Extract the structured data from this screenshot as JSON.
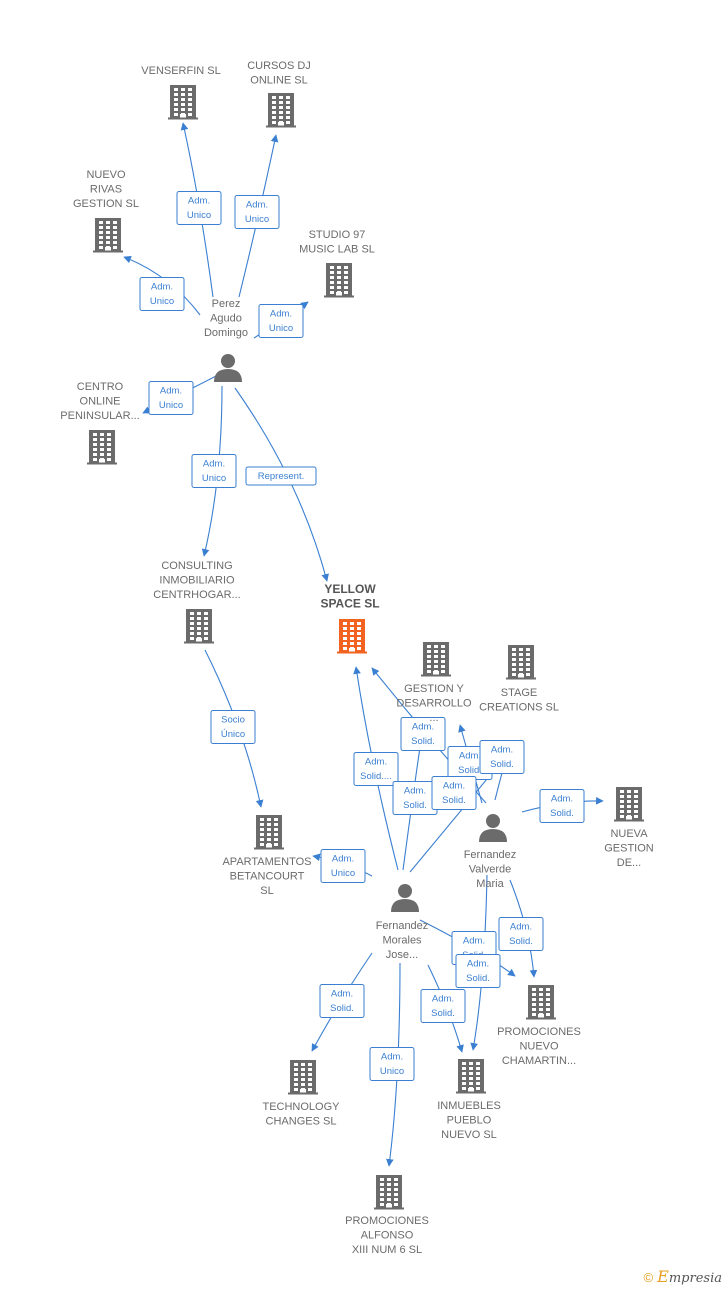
{
  "colors": {
    "node": "#6b6b6b",
    "focus": "#f26322",
    "edge": "#3a7fd1"
  },
  "footer": {
    "copyright": "©",
    "brand_initial": "E",
    "brand_rest": "mpresia"
  },
  "nodes": [
    {
      "id": "venserfin",
      "type": "company",
      "label": [
        "VENSERFIN  SL"
      ]
    },
    {
      "id": "cursos",
      "type": "company",
      "label": [
        "CURSOS DJ",
        "ONLINE  SL"
      ]
    },
    {
      "id": "nuevo_rivas",
      "type": "company",
      "label": [
        "NUEVO",
        "RIVAS",
        "GESTION  SL"
      ]
    },
    {
      "id": "studio97",
      "type": "company",
      "label": [
        "STUDIO 97",
        "MUSIC LAB  SL"
      ]
    },
    {
      "id": "perez",
      "type": "person",
      "label": [
        "Perez",
        "Agudo",
        "Domingo"
      ]
    },
    {
      "id": "centro",
      "type": "company",
      "label": [
        "CENTRO",
        "ONLINE",
        "PENINSULAR..."
      ]
    },
    {
      "id": "consulting",
      "type": "company",
      "label": [
        "CONSULTING",
        "INMOBILIARIO",
        "CENTRHOGAR..."
      ]
    },
    {
      "id": "yellow",
      "type": "company",
      "focus": true,
      "label": [
        "YELLOW",
        "SPACE  SL"
      ]
    },
    {
      "id": "gestion",
      "type": "company",
      "label": [
        "GESTION Y",
        "DESARROLLO",
        "..."
      ]
    },
    {
      "id": "stage",
      "type": "company",
      "label": [
        "STAGE",
        "CREATIONS  SL"
      ]
    },
    {
      "id": "nueva_gestion",
      "type": "company",
      "label": [
        "NUEVA",
        "GESTION",
        "DE..."
      ]
    },
    {
      "id": "fvm",
      "type": "person",
      "label": [
        "Fernandez",
        "Valverde",
        "Maria"
      ]
    },
    {
      "id": "apartamentos",
      "type": "company",
      "label": [
        "APARTAMENTOS",
        "BETANCOURT",
        "SL"
      ]
    },
    {
      "id": "fmj",
      "type": "person",
      "label": [
        "Fernandez",
        "Morales",
        "Jose..."
      ]
    },
    {
      "id": "prom_chamartin",
      "type": "company",
      "label": [
        "PROMOCIONES",
        "NUEVO",
        "CHAMARTIN..."
      ]
    },
    {
      "id": "technology",
      "type": "company",
      "label": [
        "TECHNOLOGY",
        "CHANGES  SL"
      ]
    },
    {
      "id": "inmuebles",
      "type": "company",
      "label": [
        "INMUEBLES",
        "PUEBLO",
        "NUEVO  SL"
      ]
    },
    {
      "id": "prom_alfonso",
      "type": "company",
      "label": [
        "PROMOCIONES",
        "ALFONSO",
        "XIII NUM 6 SL"
      ]
    }
  ],
  "edges": [
    {
      "from": "perez",
      "to": "venserfin",
      "label": [
        "Adm.",
        "Unico"
      ]
    },
    {
      "from": "perez",
      "to": "cursos",
      "label": [
        "Adm.",
        "Unico"
      ]
    },
    {
      "from": "perez",
      "to": "nuevo_rivas",
      "label": [
        "Adm.",
        "Unico"
      ]
    },
    {
      "from": "perez",
      "to": "studio97",
      "label": [
        "Adm.",
        "Unico"
      ]
    },
    {
      "from": "perez",
      "to": "centro",
      "label": [
        "Adm.",
        "Unico"
      ]
    },
    {
      "from": "perez",
      "to": "consulting",
      "label": [
        "Adm.",
        "Unico"
      ]
    },
    {
      "from": "perez",
      "to": "yellow",
      "label": [
        "Represent."
      ]
    },
    {
      "from": "consulting",
      "to": "apartamentos",
      "label": [
        "Socio",
        "Único"
      ]
    },
    {
      "from": "fmj",
      "to": "yellow",
      "label": [
        "Adm.",
        "Solid...."
      ]
    },
    {
      "from": "fmj",
      "to": "gestion",
      "label": [
        "Adm.",
        "Solid."
      ]
    },
    {
      "from": "fmj",
      "to": "stage",
      "label": [
        "Adm.",
        "Solid."
      ]
    },
    {
      "from": "fvm",
      "to": "yellow",
      "label": [
        "Adm.",
        "Solid."
      ]
    },
    {
      "from": "fvm",
      "to": "gestion",
      "label": [
        "Adm.",
        "Solid."
      ]
    },
    {
      "from": "fvm",
      "to": "stage",
      "label": [
        "Adm.",
        "Solid."
      ]
    },
    {
      "from": "fvm",
      "to": "nueva_gestion",
      "label": [
        "Adm.",
        "Solid."
      ]
    },
    {
      "from": "fmj",
      "to": "apartamentos",
      "label": [
        "Adm.",
        "Unico"
      ]
    },
    {
      "from": "fmj",
      "to": "prom_chamartin",
      "label": [
        "Adm.",
        "Solid."
      ]
    },
    {
      "from": "fvm",
      "to": "prom_chamartin",
      "label": [
        "Adm.",
        "Solid."
      ]
    },
    {
      "from": "fvm",
      "to": "inmuebles",
      "label": [
        "Adm.",
        "Solid."
      ]
    },
    {
      "from": "fmj",
      "to": "inmuebles",
      "label": [
        "Adm.",
        "Solid."
      ]
    },
    {
      "from": "fmj",
      "to": "technology",
      "label": [
        "Adm.",
        "Solid."
      ]
    },
    {
      "from": "fmj",
      "to": "prom_alfonso",
      "label": [
        "Adm.",
        "Unico"
      ]
    }
  ]
}
